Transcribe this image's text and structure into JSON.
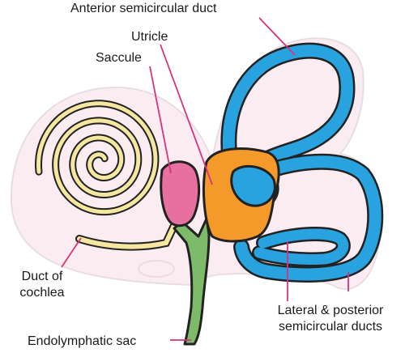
{
  "labels": {
    "anterior_duct": "Anterior semicircular duct",
    "utricle": "Utricle",
    "saccule": "Saccule",
    "cochlea_line1": "Duct of",
    "cochlea_line2": "cochlea",
    "endolymphatic_sac": "Endolymphatic sac",
    "lateral_line1": "Lateral & posterior",
    "lateral_line2": "semicircular ducts"
  },
  "colors": {
    "cochlear_duct": "#f5e6a0",
    "semicircular_ducts": "#29a3e0",
    "utricle": "#f39a2b",
    "saccule": "#e8709e",
    "endolymphatic": "#7dbb6a",
    "membrane": "#fbecf2",
    "leader": "#d6337d",
    "outline": "#222222"
  }
}
